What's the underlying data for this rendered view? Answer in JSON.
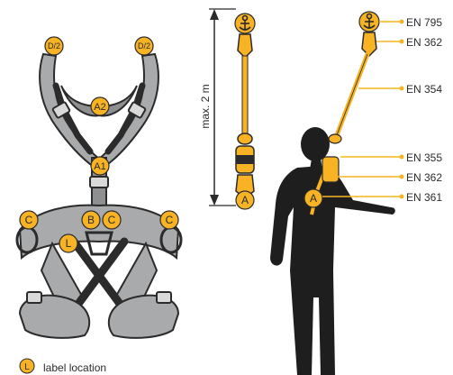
{
  "harness_labels": {
    "d2_left": "D/2",
    "d2_right": "D/2",
    "a2": "A2",
    "a1": "A1",
    "b": "B",
    "c_left": "C",
    "c_center": "C",
    "c_right": "C",
    "l": "L"
  },
  "legend": {
    "symbol": "L",
    "text": "label location"
  },
  "lanyard": {
    "length_label": "max. 2 m",
    "bottom_marker": "A"
  },
  "figure": {
    "chest_marker": "A"
  },
  "standards": [
    "EN 795",
    "EN 362",
    "EN 354",
    "EN 355",
    "EN 362",
    "EN 361"
  ],
  "colors": {
    "accent": "#F7B324",
    "harness_gray": "#A9AAAC",
    "harness_dark": "#2B2B2B",
    "silhouette": "#1E1E1E"
  }
}
